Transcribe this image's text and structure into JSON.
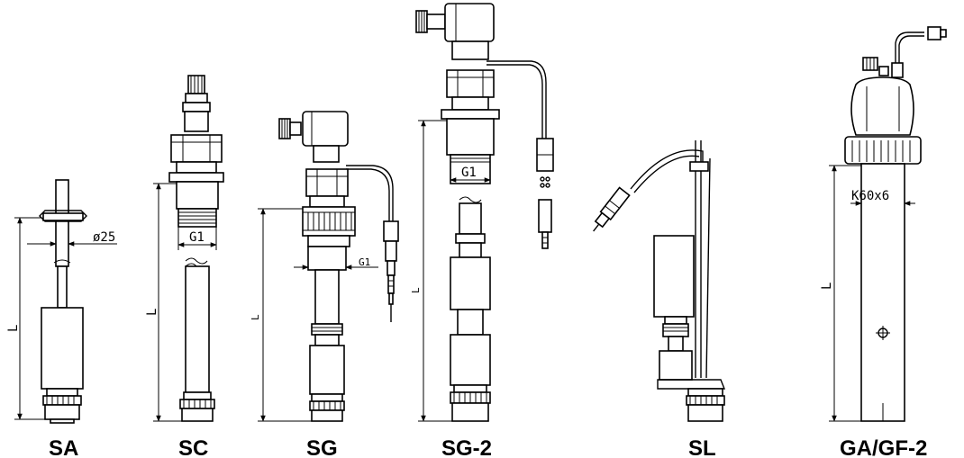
{
  "sensors": [
    {
      "id": "sa",
      "label": "SA",
      "dimensions": {
        "length": "L",
        "diameter": "ø25"
      }
    },
    {
      "id": "sc",
      "label": "SC",
      "dimensions": {
        "length": "L",
        "thread": "G1"
      }
    },
    {
      "id": "sg",
      "label": "SG",
      "dimensions": {
        "length": "L",
        "thread": "G1"
      }
    },
    {
      "id": "sg2",
      "label": "SG-2",
      "dimensions": {
        "length": "L",
        "thread": "G1"
      }
    },
    {
      "id": "sl",
      "label": "SL",
      "dimensions": {}
    },
    {
      "id": "gagf2",
      "label": "GA/GF-2",
      "dimensions": {
        "length": "L",
        "thread": "K60x6"
      }
    }
  ]
}
